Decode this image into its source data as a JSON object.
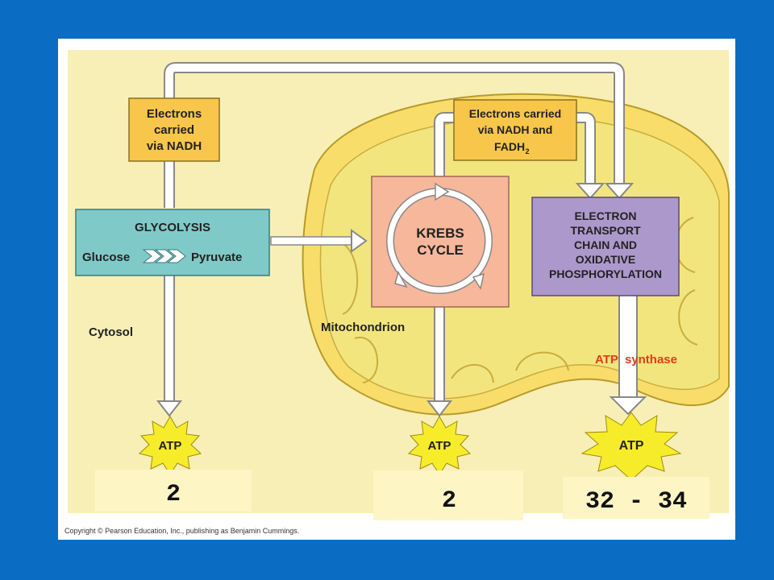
{
  "boxes": {
    "glycolysis": {
      "title": "GLYCOLYSIS",
      "glucose": "Glucose",
      "pyruvate": "Pyruvate"
    },
    "nadh": {
      "line1": "Electrons",
      "line2": "carried",
      "line3": "via NADH"
    },
    "nadh_fadh": {
      "line1": "Electrons carried",
      "line2": "via NADH and",
      "line3": "FADH",
      "line3_sub": "2"
    },
    "krebs": {
      "line1": "KREBS",
      "line2": "CYCLE"
    },
    "etc": {
      "line1": "ELECTRON",
      "line2": "TRANSPORT",
      "line3": "CHAIN AND",
      "line4": "OXIDATIVE",
      "line5": "PHOSPHORYLATION"
    }
  },
  "labels": {
    "cytosol": "Cytosol",
    "mitochondrion": "Mitochondrion",
    "atp_synthase": "ATP  synthase",
    "copyright": "Copyright © Pearson Education, Inc., publishing as Benjamin Cummings."
  },
  "atp": {
    "label": "ATP"
  },
  "yields": {
    "glycolysis": "2",
    "krebs": "2",
    "oxidative": "32 - 34"
  },
  "colors": {
    "background": "#0a6cc3",
    "cytosol": "#f7efb6",
    "mitochondrion": "#f8dd6a",
    "glycolysis_box": "#7fcac8",
    "carrier_box": "#f7c64a",
    "krebs_box": "#f7b79b",
    "etc_box": "#ad98cc",
    "atp_burst": "#f7ec2a",
    "atp_synthase_text": "#e23b1a"
  }
}
